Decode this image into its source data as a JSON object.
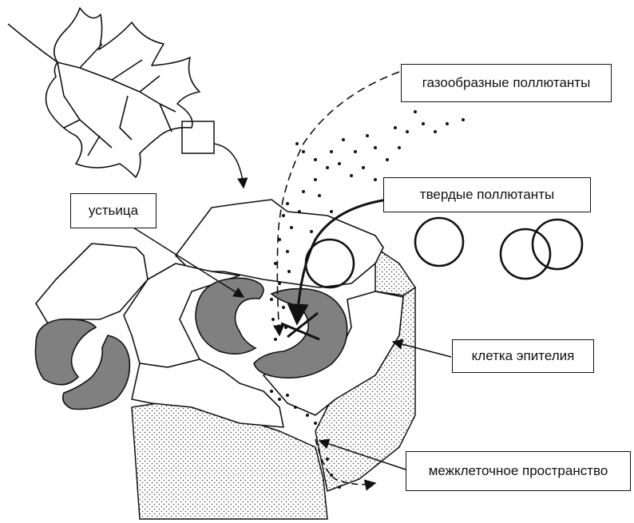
{
  "labels": {
    "gaseous_pollutants": "газообразные поллютанты",
    "stoma": "устьица",
    "solid_pollutants": "твердые поллютанты",
    "epithelial_cell": "клетка эпителия",
    "intercellular_space": "межклеточное пространство"
  },
  "colors": {
    "ink": "#111111",
    "guard_cell_fill": "#808080",
    "stipple": "#444444",
    "background": "#ffffff"
  }
}
